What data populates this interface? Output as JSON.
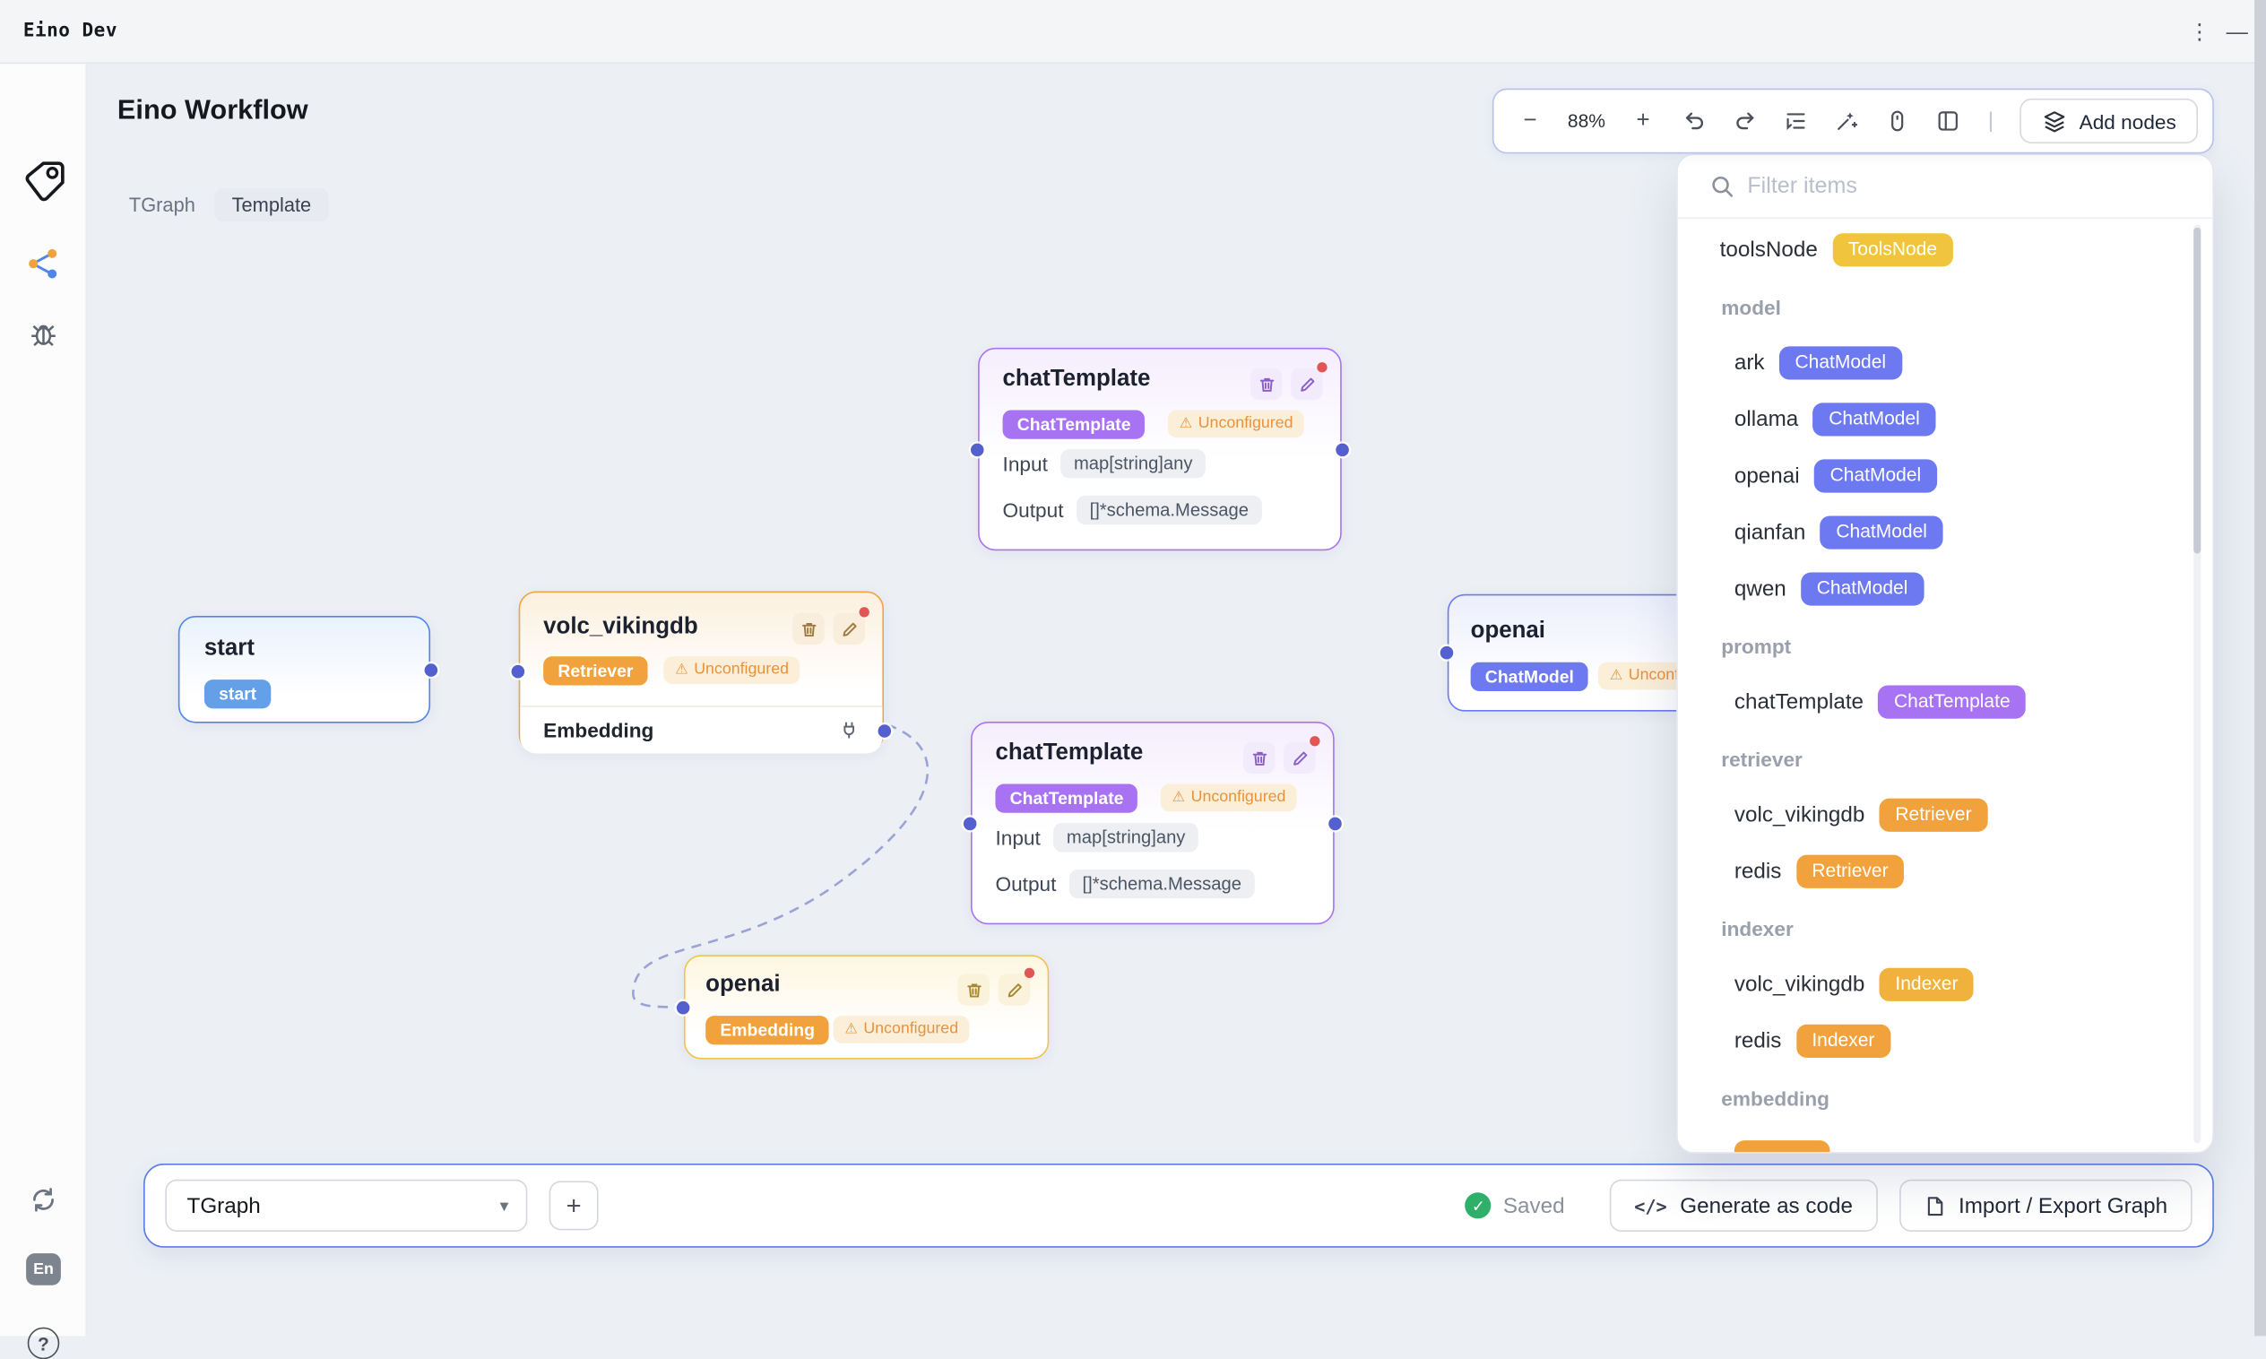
{
  "window": {
    "title": "Eino Dev"
  },
  "icons": {
    "warning": "⚠",
    "check": "✓",
    "chevron_down": "▾",
    "overflow_menu": "⋮",
    "minimize": "—",
    "code": "</>",
    "separator": "|",
    "help": "?",
    "minus": "−",
    "plus": "+"
  },
  "sidebar": {
    "language_badge": "En"
  },
  "header": {
    "title": "Eino Workflow",
    "graph_name": "TGraph",
    "template_tab": "Template"
  },
  "toolbar": {
    "zoom_level": "88%",
    "add_nodes": "Add nodes"
  },
  "panel": {
    "search_placeholder": "Filter items",
    "groups": [
      {
        "title": "",
        "items": [
          {
            "label": "toolsNode",
            "badge": "ToolsNode",
            "color": "#f0c43c"
          }
        ]
      },
      {
        "title": "model",
        "items": [
          {
            "label": "ark",
            "badge": "ChatModel",
            "color": "#6d79f0"
          },
          {
            "label": "ollama",
            "badge": "ChatModel",
            "color": "#6d79f0"
          },
          {
            "label": "openai",
            "badge": "ChatModel",
            "color": "#6d79f0"
          },
          {
            "label": "qianfan",
            "badge": "ChatModel",
            "color": "#6d79f0"
          },
          {
            "label": "qwen",
            "badge": "ChatModel",
            "color": "#6d79f0"
          }
        ]
      },
      {
        "title": "prompt",
        "items": [
          {
            "label": "chatTemplate",
            "badge": "ChatTemplate",
            "color": "#a873f2"
          }
        ]
      },
      {
        "title": "retriever",
        "items": [
          {
            "label": "volc_vikingdb",
            "badge": "Retriever",
            "color": "#f2a23c"
          },
          {
            "label": "redis",
            "badge": "Retriever",
            "color": "#f2a23c"
          }
        ]
      },
      {
        "title": "indexer",
        "items": [
          {
            "label": "volc_vikingdb",
            "badge": "Indexer",
            "color": "#f0b23c"
          },
          {
            "label": "redis",
            "badge": "Indexer",
            "color": "#f2a23c"
          }
        ]
      },
      {
        "title": "embedding",
        "items": []
      }
    ],
    "clipped_badge_color": "#f2a23c"
  },
  "canvas": {
    "nodes": {
      "start": {
        "title": "start",
        "badge": "start",
        "badge_color": "#64a0e8"
      },
      "volc_vikingdb": {
        "title": "volc_vikingdb",
        "type": "Retriever",
        "type_color": "#f2a23c",
        "status": "Unconfigured",
        "row": "Embedding"
      },
      "chat_template_1": {
        "title": "chatTemplate",
        "type": "ChatTemplate",
        "type_color": "#a873f2",
        "status": "Unconfigured",
        "input_label": "Input",
        "input_type": "map[string]any",
        "output_label": "Output",
        "output_type": "[]*schema.Message"
      },
      "chat_template_2": {
        "title": "chatTemplate",
        "type": "ChatTemplate",
        "type_color": "#a873f2",
        "status": "Unconfigured",
        "input_label": "Input",
        "input_type": "map[string]any",
        "output_label": "Output",
        "output_type": "[]*schema.Message"
      },
      "openai_embedding": {
        "title": "openai",
        "type": "Embedding",
        "type_color": "#f2a23c",
        "status": "Unconfigured"
      },
      "openai_chat": {
        "title": "openai",
        "type": "ChatModel",
        "type_color": "#6d79f0",
        "status": "Unconfigured"
      }
    }
  },
  "bottombar": {
    "graph_select": "TGraph",
    "saved": "Saved",
    "generate_code": "Generate as code",
    "import_export": "Import / Export Graph"
  },
  "colors": {
    "accent_blue": "#4f86e8",
    "accent_orange": "#f2a23c",
    "accent_purple": "#a873f2",
    "accent_indigo": "#6d79f0",
    "accent_yellow": "#f0c43c",
    "port_indigo": "#5560cf",
    "warning_text": "#e8923c",
    "saved_green": "#2fb06a",
    "canvas_bg": "#ecf0f5"
  }
}
